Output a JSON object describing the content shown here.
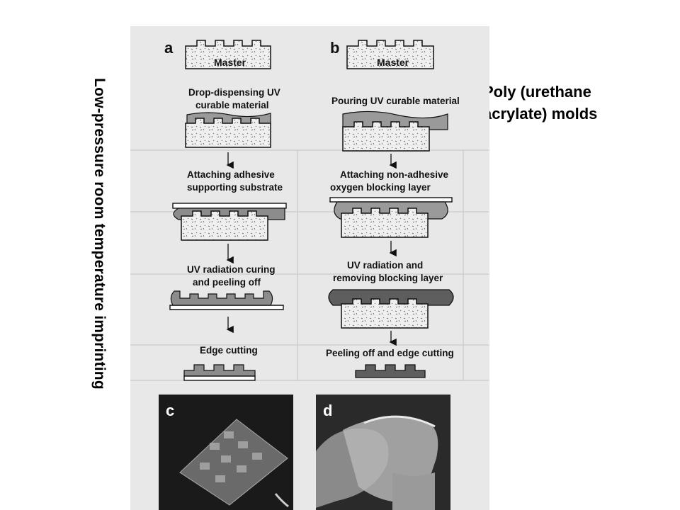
{
  "side_title": "Low-pressure room temperature imprinting",
  "right_title": {
    "line1": "Poly (urethane",
    "line2": "acrylate) molds"
  },
  "panels": {
    "a": {
      "letter": "a",
      "master": "Master",
      "step1": [
        "Drop-dispensing UV",
        "curable material"
      ],
      "step2": [
        "Attaching adhesive",
        "supporting substrate"
      ],
      "step3": [
        "UV radiation curing",
        "and peeling off"
      ],
      "step4": [
        "Edge cutting"
      ]
    },
    "b": {
      "letter": "b",
      "master": "Master",
      "step1": [
        "Pouring UV curable material"
      ],
      "step2": [
        "Attaching non-adhesive",
        "oxygen blocking layer"
      ],
      "step3": [
        "UV radiation and",
        "removing blocking layer"
      ],
      "step4": [
        "Peeling off and edge cutting"
      ]
    },
    "c": {
      "letter": "c"
    },
    "d": {
      "letter": "d"
    }
  }
}
